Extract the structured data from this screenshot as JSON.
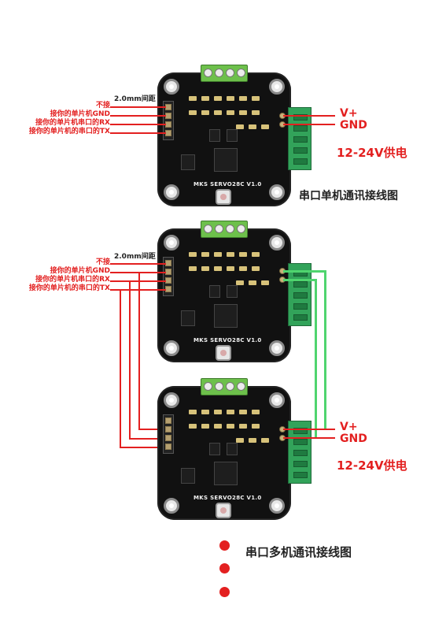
{
  "pitch_label": "2.0mm间距",
  "signals": [
    "不接",
    "接你的单片机GND",
    "接你的单片机串口的RX",
    "接你的单片机的串口的TX"
  ],
  "power": {
    "vplus": "V+",
    "gnd": "GND",
    "supply": "12-24V供电"
  },
  "board_label": "MKS SERVO28C V1.0",
  "captions": {
    "single": "串口单机通讯接线图",
    "multi": "串口多机通讯接线图"
  },
  "colors": {
    "wire_signal": "#e32020",
    "wire_power_link": "#4fd46e",
    "board": "#111111",
    "terminal_top": "#6dc04b",
    "terminal_side": "#32a35a"
  },
  "bullet_count": 3
}
